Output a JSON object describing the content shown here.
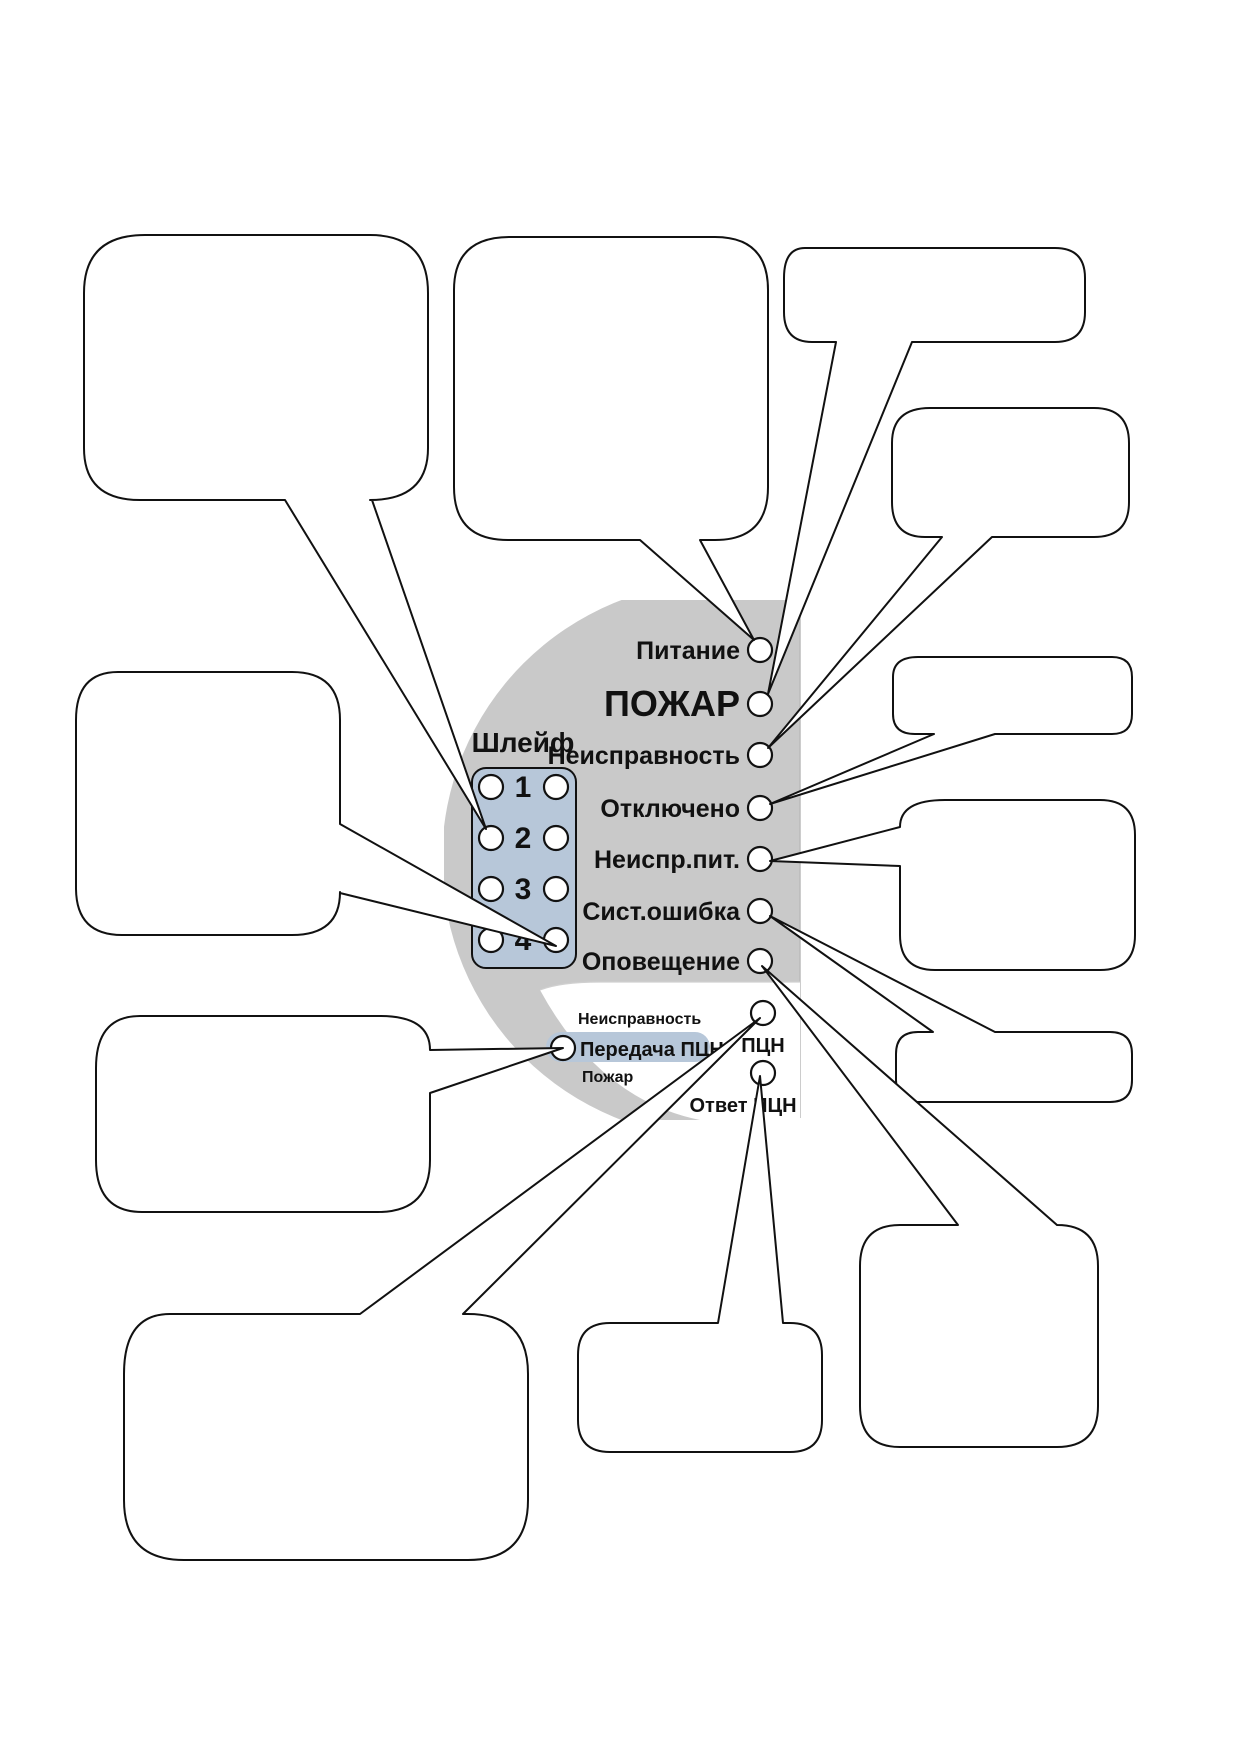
{
  "panel": {
    "indicators": {
      "power": "Питание",
      "fire": "ПОЖАР",
      "fault": "Неисправность",
      "disabled": "Отключено",
      "power_fault": "Неиспр.пит.",
      "system_error": "Сист.ошибка",
      "notification": "Оповещение"
    },
    "loops": {
      "title": "Шлейф",
      "numbers": [
        "1",
        "2",
        "3",
        "4"
      ]
    },
    "transmission": {
      "fault_label": "Неисправность",
      "transfer_label": "Передача ПЦН",
      "fire_label": "Пожар",
      "pcn_label": "ПЦН",
      "pcn_answer_label": "Ответ ПЦН"
    }
  },
  "colors": {
    "panel_gray": "#c9c9c9",
    "loop_block": "#b7c7d9",
    "transfer_highlight": "#b7c7d9",
    "line": "#111111"
  }
}
